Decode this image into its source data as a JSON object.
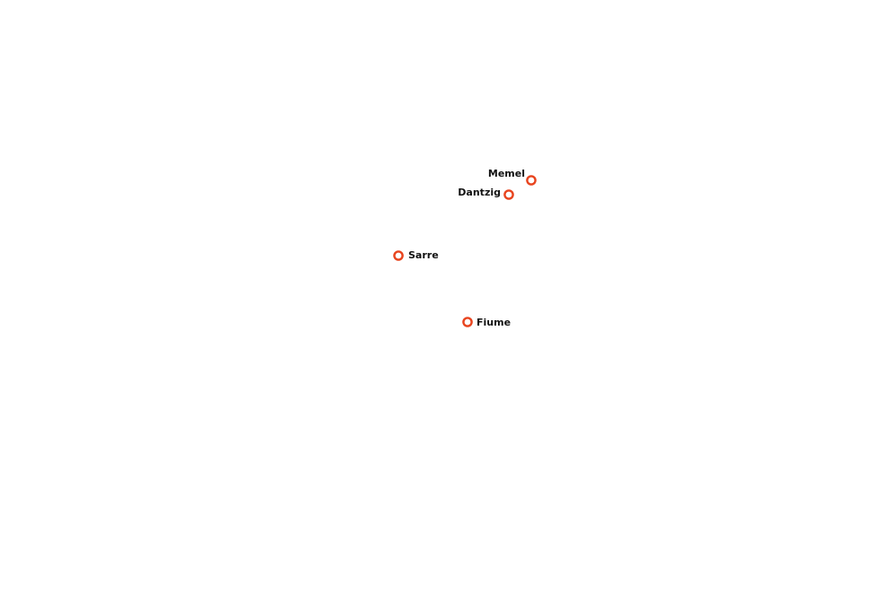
{
  "map": {
    "marker_color": "#e8441e",
    "places": [
      {
        "id": "memel",
        "name": "Memel",
        "icon": "circle-marker-icon"
      },
      {
        "id": "dantzig",
        "name": "Dantzig",
        "icon": "circle-marker-icon"
      },
      {
        "id": "sarre",
        "name": "Sarre",
        "icon": "circle-marker-icon"
      },
      {
        "id": "fiume",
        "name": "Fiume",
        "icon": "circle-marker-icon"
      }
    ]
  }
}
